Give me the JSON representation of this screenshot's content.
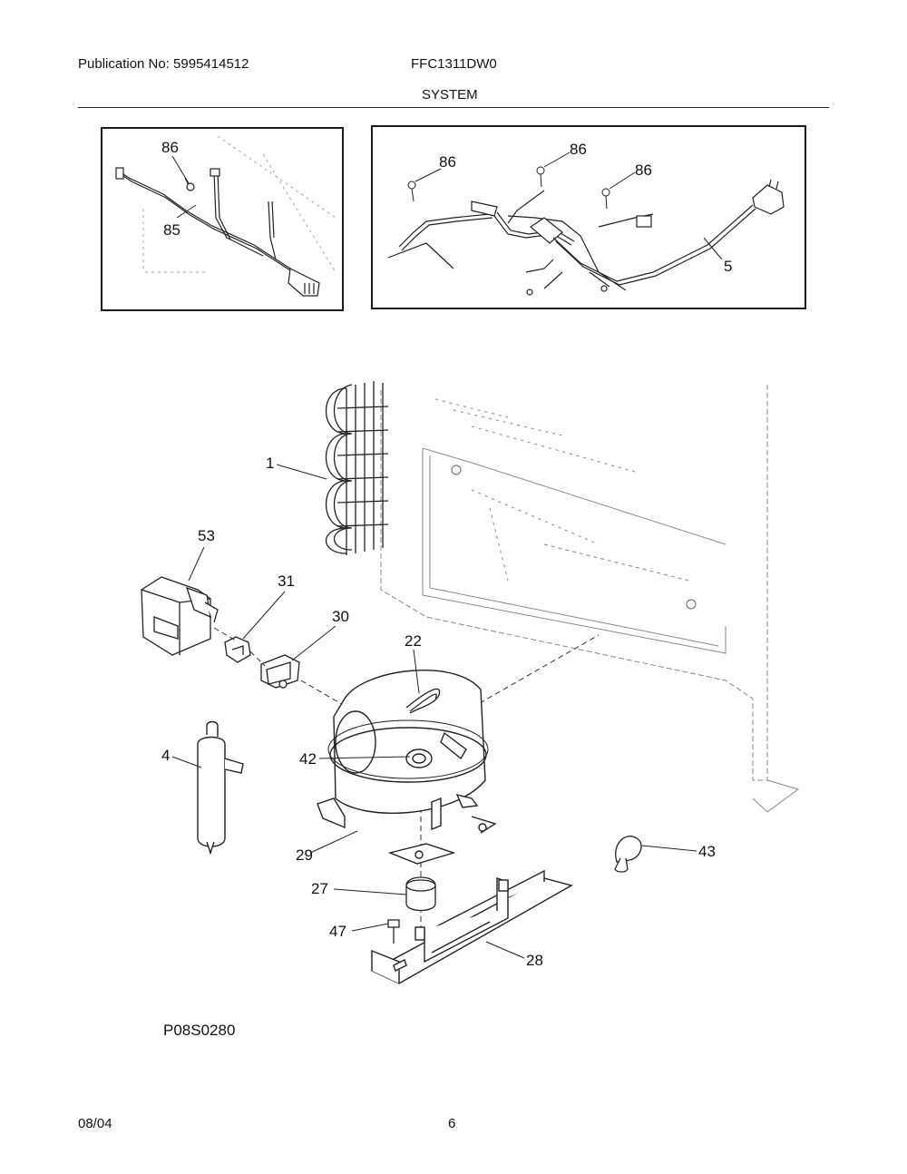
{
  "header": {
    "publication": "Publication No: 5995414512",
    "model": "FFC1311DW0",
    "section": "SYSTEM"
  },
  "callouts": {
    "harness_left_screw": "86",
    "harness_left": "85",
    "harness_right_screw_a": "86",
    "harness_right_screw_b": "86",
    "harness_right_screw_c": "86",
    "power_cord": "5",
    "condenser": "1",
    "relay_cover": "53",
    "relay": "31",
    "overload": "30",
    "process_tube_clip": "22",
    "drier": "4",
    "grommet": "42",
    "compressor": "29",
    "clamp": "43",
    "mount_grommet": "27",
    "screw": "47",
    "base_plate": "28"
  },
  "figure_code": "P08S0280",
  "footer": {
    "date": "08/04",
    "page": "6"
  }
}
